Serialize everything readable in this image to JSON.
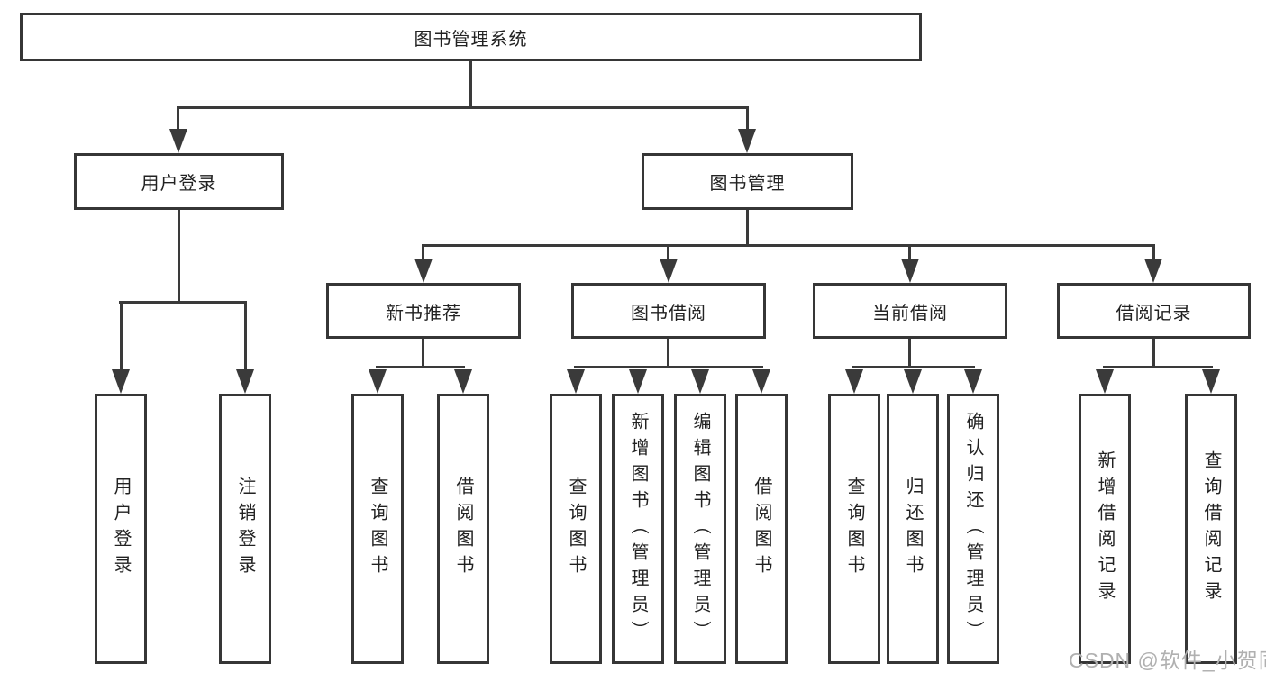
{
  "colors": {
    "bg": "#ffffff",
    "box-bg": "#ffffff",
    "box-border": "#363636",
    "line": "#3a3a3a",
    "text": "#222222",
    "watermark": "#b0b0b0"
  },
  "watermark": {
    "text": "CSDN @软件_小贺同学"
  },
  "diagram": {
    "root": {
      "label": "图书管理系统"
    },
    "branches": [
      {
        "label": "用户登录",
        "children": [
          {
            "label": "用户登录"
          },
          {
            "label": "注销登录"
          }
        ]
      },
      {
        "label": "图书管理",
        "children": [
          {
            "label": "新书推荐",
            "children": [
              {
                "label": "查询图书"
              },
              {
                "label": "借阅图书"
              }
            ]
          },
          {
            "label": "图书借阅",
            "children": [
              {
                "label": "查询图书"
              },
              {
                "label": "新增图书（管理员）"
              },
              {
                "label": "编辑图书（管理员）"
              },
              {
                "label": "借阅图书"
              }
            ]
          },
          {
            "label": "当前借阅",
            "children": [
              {
                "label": "查询图书"
              },
              {
                "label": "归还图书"
              },
              {
                "label": "确认归还（管理员）"
              }
            ]
          },
          {
            "label": "借阅记录",
            "children": [
              {
                "label": "新增借阅记录"
              },
              {
                "label": "查询借阅记录"
              }
            ]
          }
        ]
      }
    ]
  }
}
